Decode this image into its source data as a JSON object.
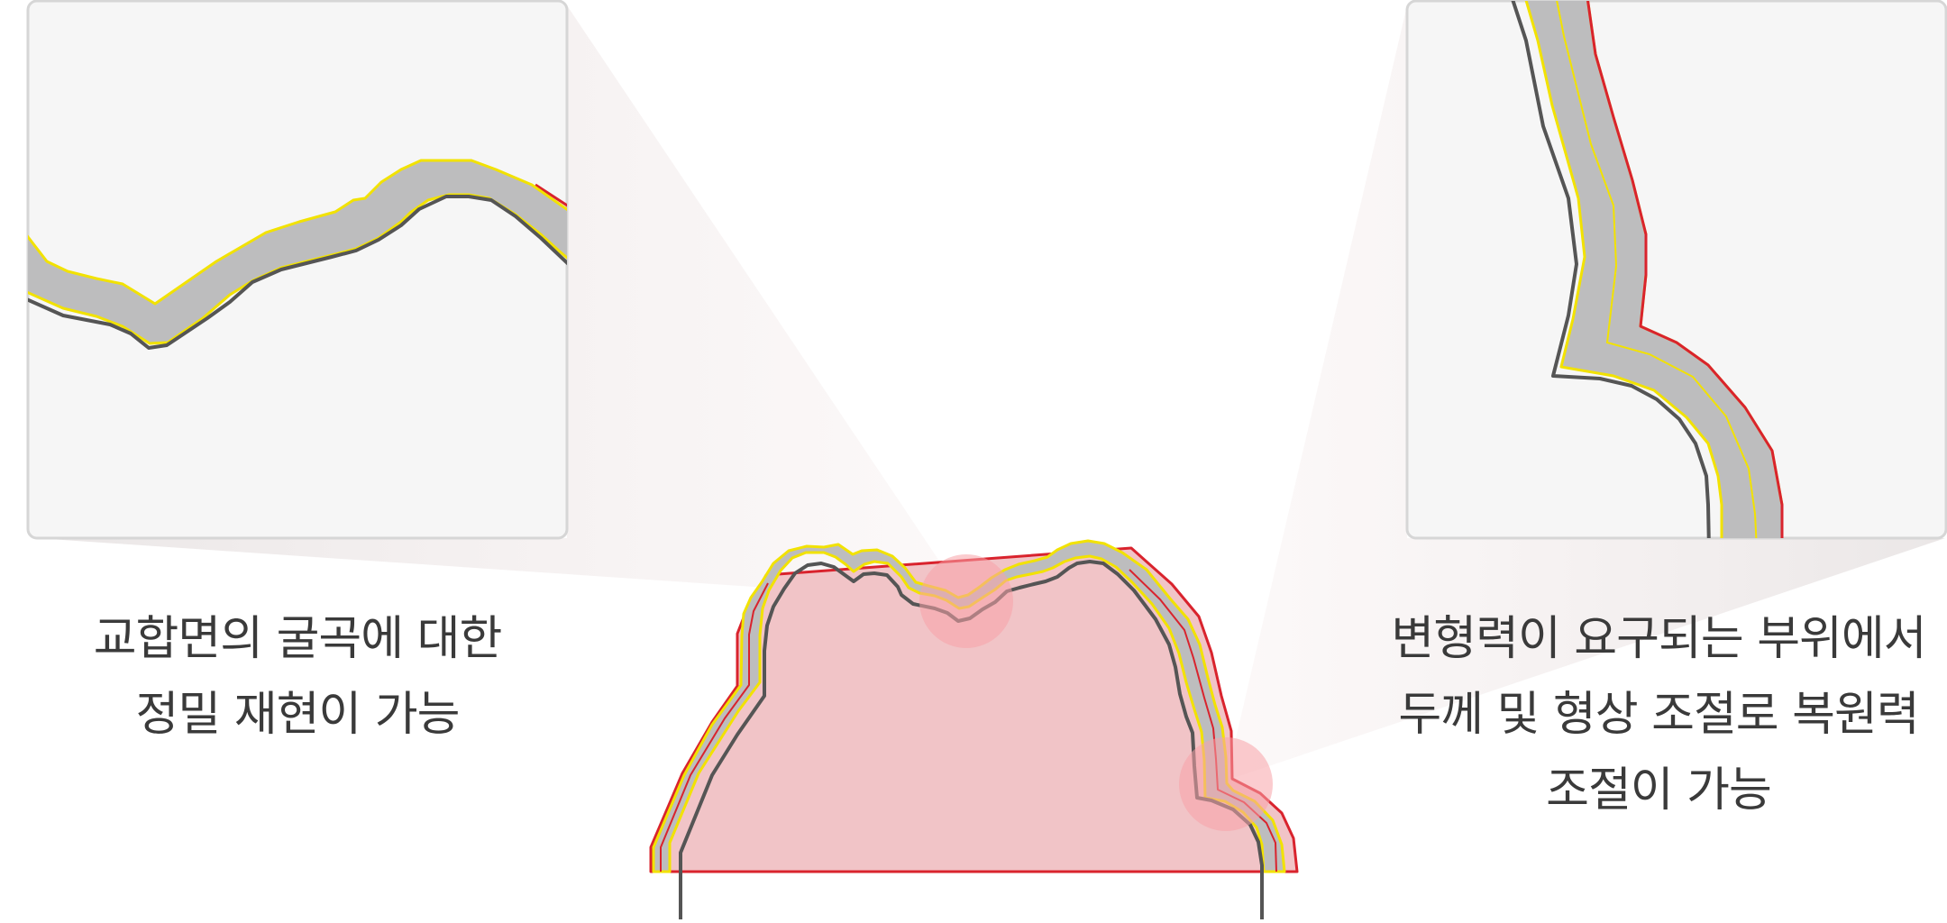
{
  "captions": {
    "left": {
      "line1": "교합면의 굴곡에 대한",
      "line2": "정밀 재현이 가능"
    },
    "right": {
      "line1": "변형력이 요구되는 부위에서",
      "line2": "두께 및 형상 조절로 복원력",
      "line3": "조절이 가능"
    }
  },
  "colors": {
    "layer_fill": "#bdbdbe",
    "inner_outline": "#555555",
    "yellow_line": "#f2e200",
    "red_line": "#d9232d",
    "highlight": "#f7a3a8",
    "panel_fill": "#f6f6f6",
    "panel_border": "#d6d6d6"
  }
}
